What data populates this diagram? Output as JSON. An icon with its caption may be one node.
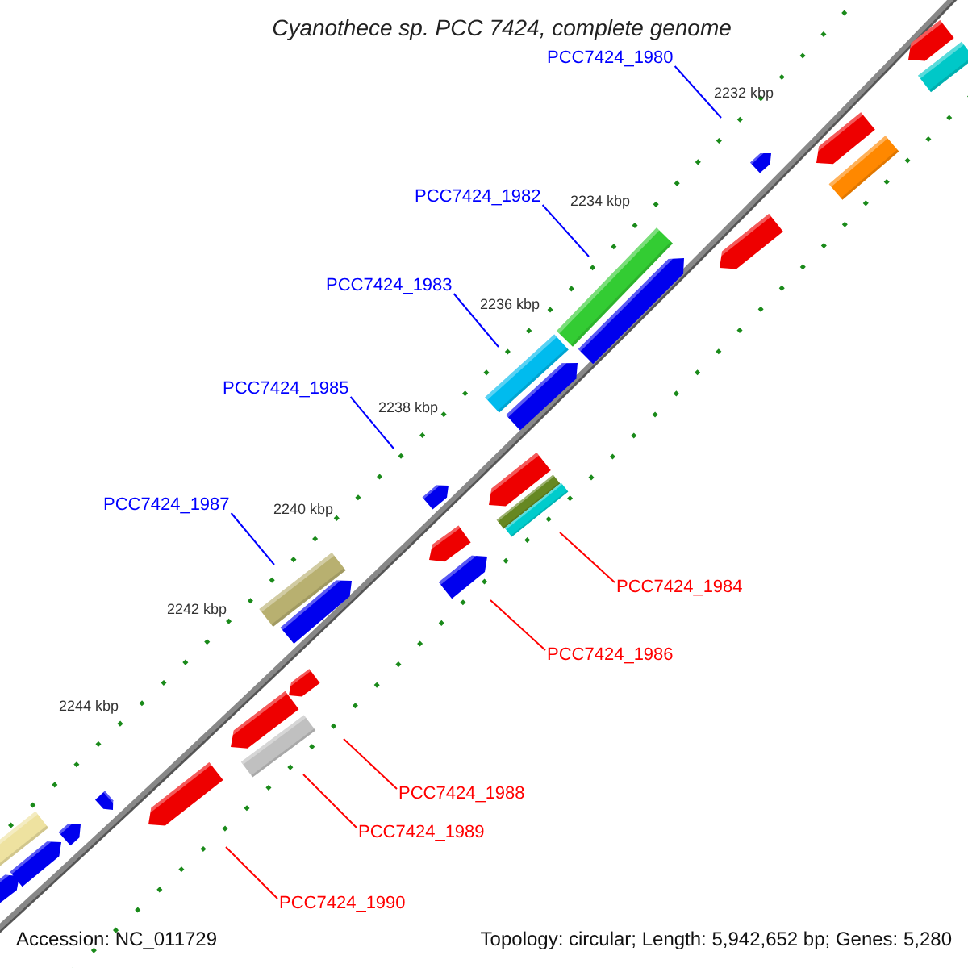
{
  "diagram": {
    "title": "Cyanothece sp. PCC 7424, complete genome",
    "nodes": [
      {
        "text": [
          "PCC7424_1980"
        ]
      },
      {
        "text": [
          "PCC7424_1982"
        ]
      },
      {
        "text": [
          "PCC7424_1983"
        ]
      },
      {
        "text": [
          "PCC7424_1985"
        ]
      },
      {
        "text": [
          "PCC7424_1987"
        ]
      },
      {
        "text": [
          "PCC7424_1984"
        ]
      },
      {
        "text": [
          "PCC7424_1986"
        ]
      },
      {
        "text": [
          "PCC7424_1988"
        ]
      },
      {
        "text": [
          "PCC7424_1989"
        ]
      },
      {
        "text": [
          "PCC7424_1990"
        ]
      }
    ],
    "edges": [
      {
        "from": 0,
        "to": null,
        "arrow": "none",
        "color": "#0000ff"
      },
      {
        "from": 1,
        "to": null,
        "arrow": "none",
        "color": "#0000ff"
      },
      {
        "from": 2,
        "to": null,
        "arrow": "none",
        "color": "#0000ff"
      },
      {
        "from": 3,
        "to": null,
        "arrow": "none",
        "color": "#0000ff"
      },
      {
        "from": 4,
        "to": null,
        "arrow": "none",
        "color": "#0000ff"
      },
      {
        "from": 5,
        "to": null,
        "arrow": "none",
        "color": "#ff0000"
      },
      {
        "from": 6,
        "to": null,
        "arrow": "none",
        "color": "#ff0000"
      },
      {
        "from": 7,
        "to": null,
        "arrow": "none",
        "color": "#ff0000"
      },
      {
        "from": 8,
        "to": null,
        "arrow": "none",
        "color": "#ff0000"
      },
      {
        "from": 9,
        "to": null,
        "arrow": "none",
        "color": "#ff0000"
      }
    ],
    "labels": [
      "2232 kbp",
      "2234 kbp",
      "2236 kbp",
      "2238 kbp",
      "2240 kbp",
      "2242 kbp",
      "2244 kbp",
      "Accession: NC_011729",
      "Topology: circular; Length: 5,942,652 bp; Genes: 5,280"
    ]
  }
}
